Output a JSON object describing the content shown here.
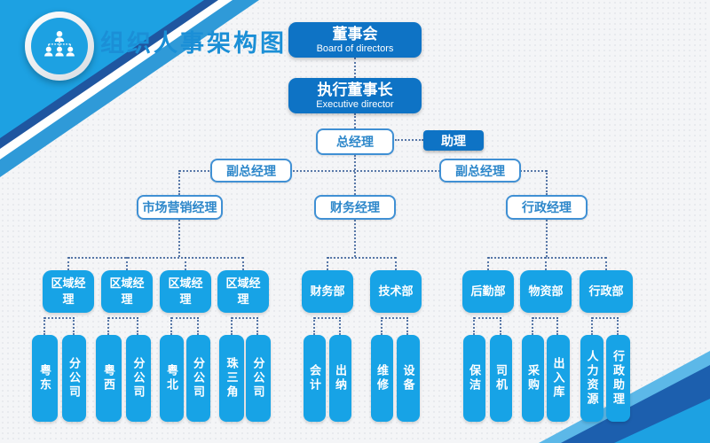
{
  "header": {
    "title": "组织人事架构图",
    "logo_icon": "org-chart-icon"
  },
  "colors": {
    "dark_blue": "#0e73c5",
    "light_blue": "#17a3e6",
    "outline_blue": "#4090d4",
    "title_blue": "#1b8fd6",
    "connector_dotted": "#3d639b",
    "corner_navy": "#1f56a0",
    "corner_sky": "#1da1e2"
  },
  "org": {
    "board": {
      "label": "董事会",
      "sublabel": "Board of directors"
    },
    "executive": {
      "label": "执行董事长",
      "sublabel": "Executive director"
    },
    "general_manager": {
      "label": "总经理"
    },
    "assistant": {
      "label": "助理"
    },
    "deputies": [
      {
        "label": "副总经理"
      },
      {
        "label": "副总经理"
      }
    ],
    "managers": [
      {
        "label": "市场营销经理"
      },
      {
        "label": "财务经理"
      },
      {
        "label": "行政经理"
      }
    ],
    "departments": [
      {
        "label": "区域经理"
      },
      {
        "label": "区域经理"
      },
      {
        "label": "区域经理"
      },
      {
        "label": "区域经理"
      },
      {
        "label": "财务部"
      },
      {
        "label": "技术部"
      },
      {
        "label": "后勤部"
      },
      {
        "label": "物资部"
      },
      {
        "label": "行政部"
      }
    ],
    "units": [
      {
        "label": "粤东"
      },
      {
        "label": "分公司"
      },
      {
        "label": "粤西"
      },
      {
        "label": "分公司"
      },
      {
        "label": "粤北"
      },
      {
        "label": "分公司"
      },
      {
        "label": "珠三角"
      },
      {
        "label": "分公司"
      },
      {
        "label": "会计"
      },
      {
        "label": "出纳"
      },
      {
        "label": "维修"
      },
      {
        "label": "设备"
      },
      {
        "label": "保洁"
      },
      {
        "label": "司机"
      },
      {
        "label": "采购"
      },
      {
        "label": "出入库"
      },
      {
        "label": "人力资源"
      },
      {
        "label": "行政助理"
      }
    ]
  }
}
